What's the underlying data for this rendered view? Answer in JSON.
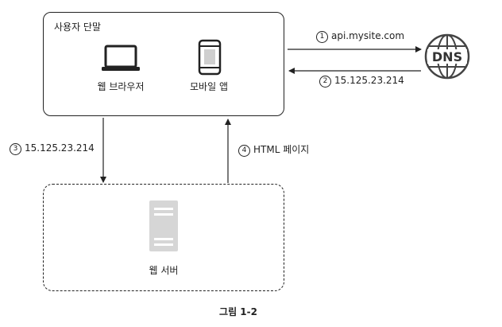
{
  "client": {
    "title": "사용자 단말",
    "browser_label": "웹 브라우저",
    "mobile_label": "모바일 앱"
  },
  "dns": {
    "icon_text": "DNS"
  },
  "steps": [
    {
      "num": "1",
      "text": "api.mysite.com"
    },
    {
      "num": "2",
      "text": "15.125.23.214"
    },
    {
      "num": "3",
      "text": "15.125.23.214"
    },
    {
      "num": "4",
      "text": "HTML 페이지"
    }
  ],
  "server": {
    "label": "웹 서버"
  },
  "caption": "그림 1-2"
}
